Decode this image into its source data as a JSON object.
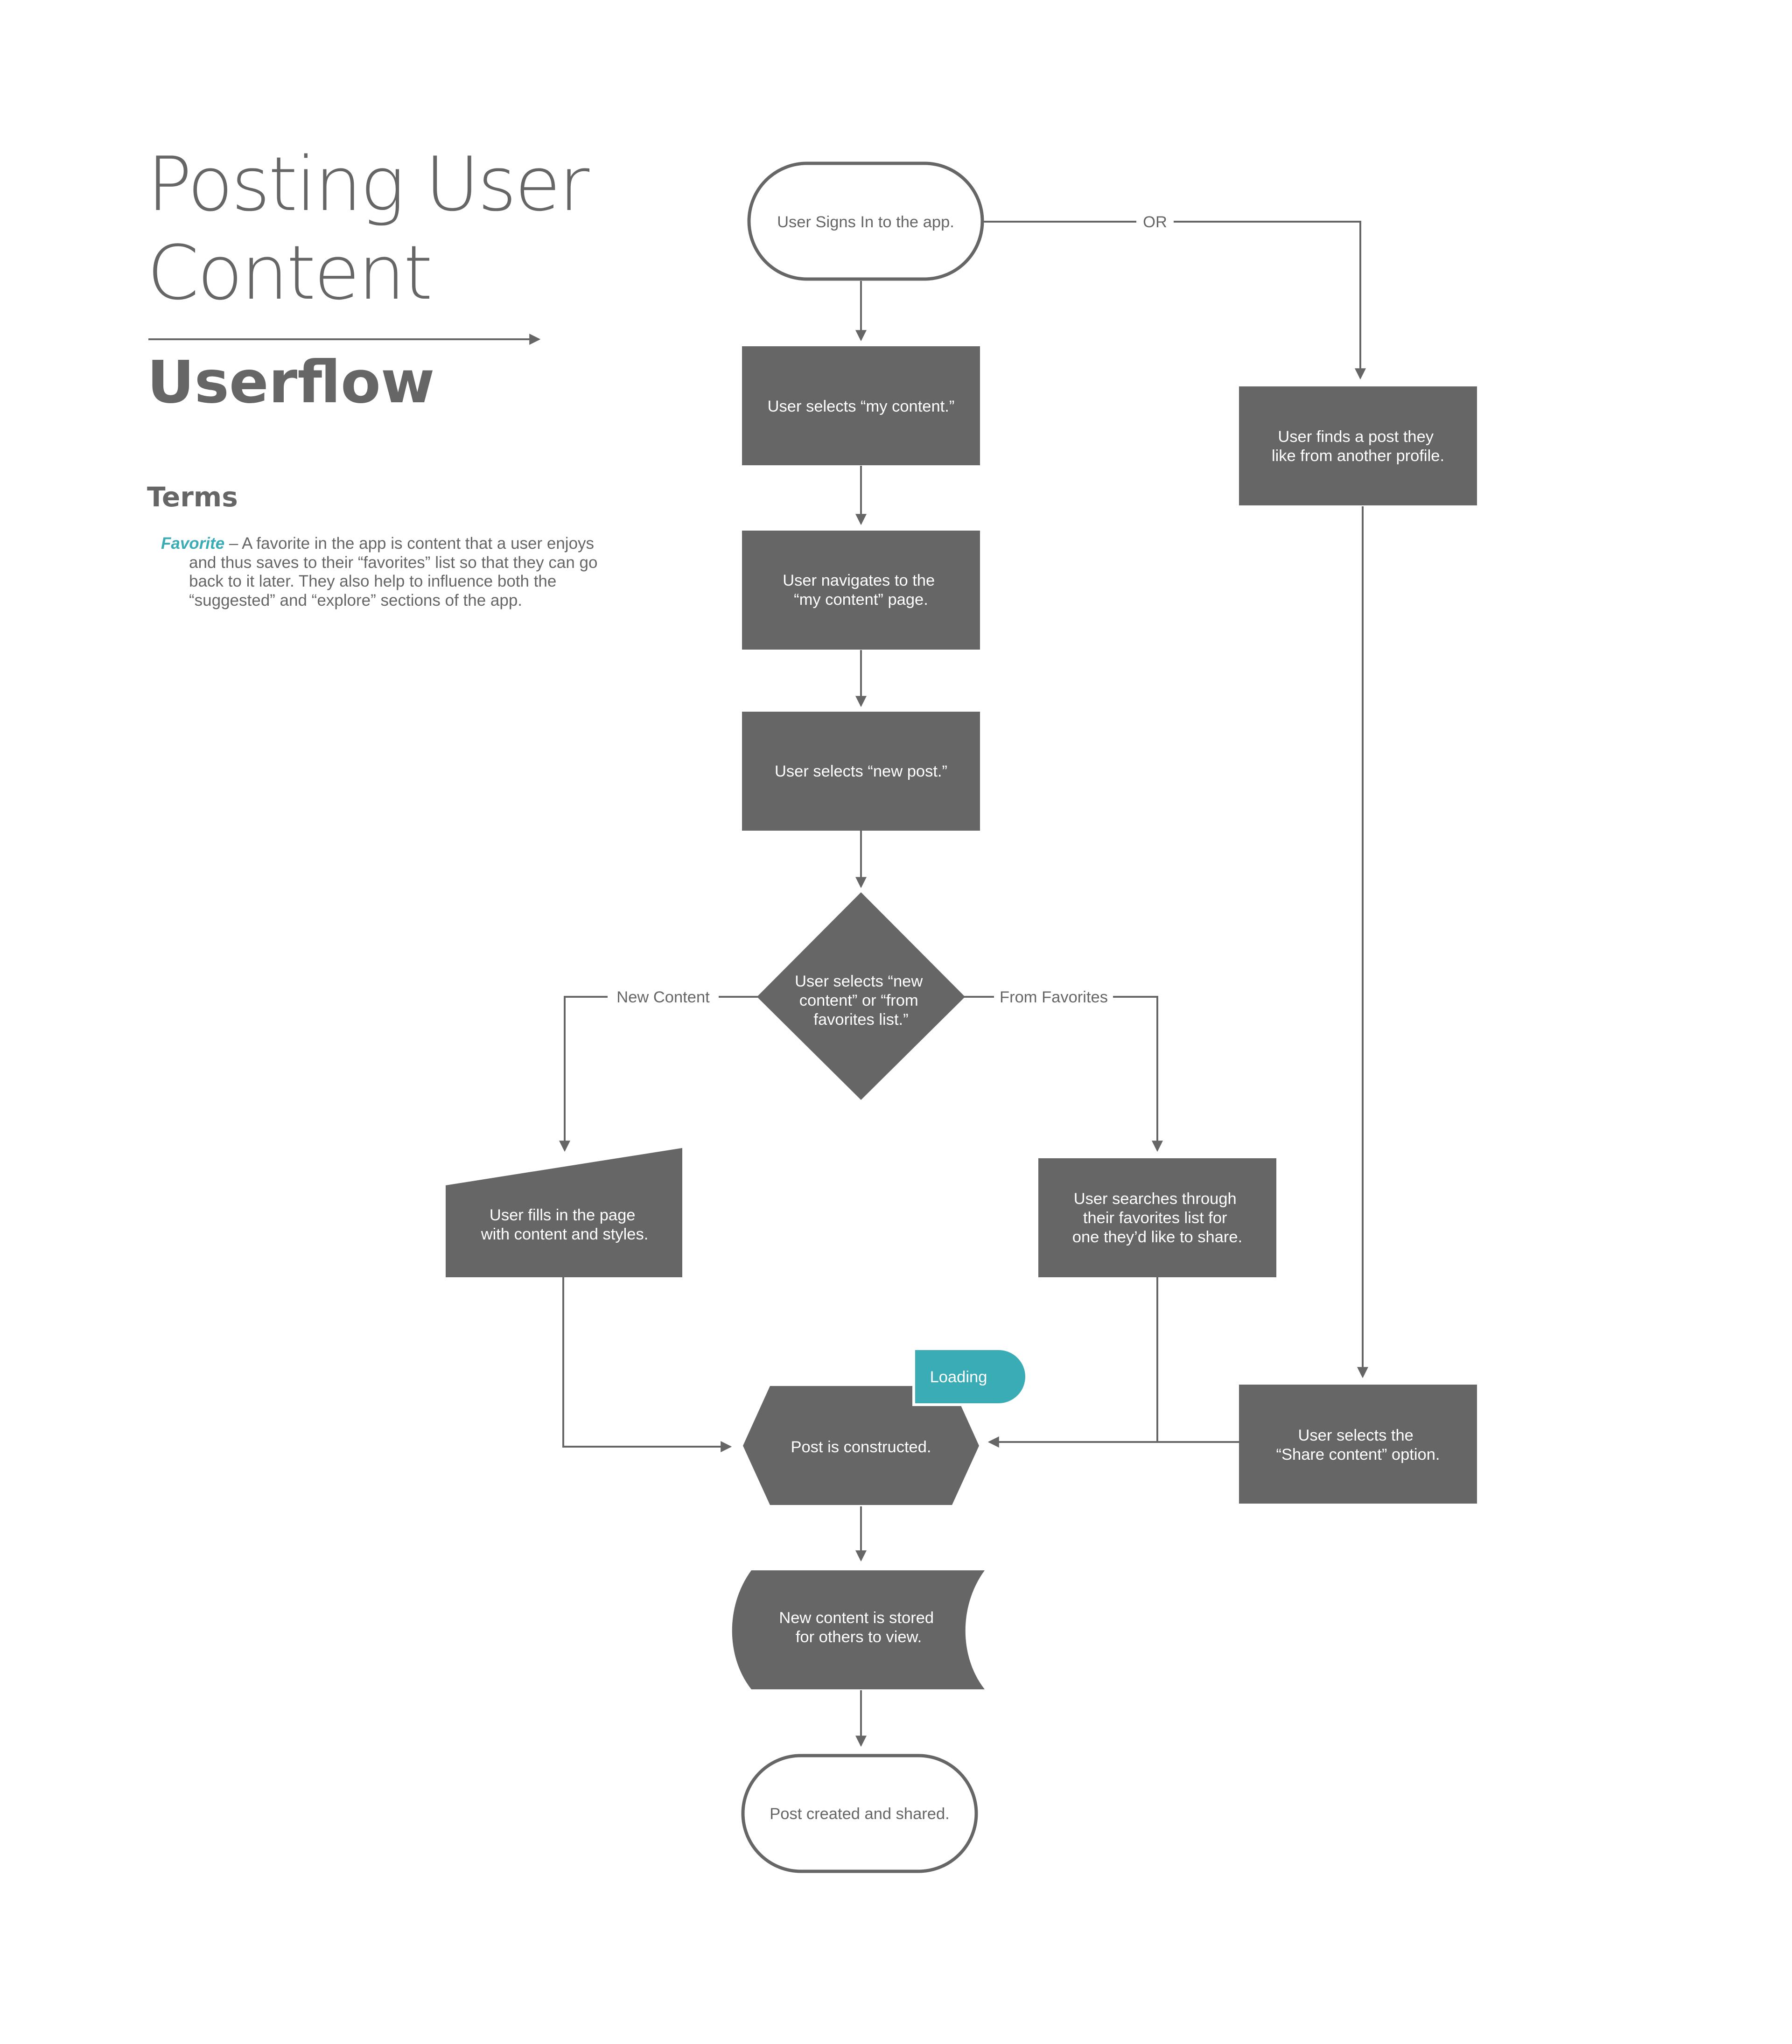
{
  "header": {
    "title_line1": "Posting User",
    "title_line2": "Content",
    "subtitle": "Userflow"
  },
  "terms": {
    "heading": "Terms",
    "term": "Favorite",
    "definition": " – A favorite in the app is content that a user enjoys and thus saves to their “favorites” list so that they can go back to it later. They also help to influence both the “suggested” and “explore” sections of the app."
  },
  "colors": {
    "node_fill": "#666666",
    "accent": "#3aacb6",
    "text_gray": "#666666",
    "background": "#ffffff"
  },
  "nodes": {
    "sign_in": [
      "User Signs In to the app."
    ],
    "my_content": [
      "User selects “my content.”"
    ],
    "navigate": [
      "User navigates to the",
      "“my content” page."
    ],
    "new_post": [
      "User selects “new post.”"
    ],
    "decision": [
      "User selects “new",
      "content” or “from",
      "favorites list.”"
    ],
    "fills_page": [
      "User fills in the page",
      "with content and styles."
    ],
    "search_favorites": [
      "User searches through",
      "their favorites list for",
      "one they’d like to share."
    ],
    "finds_post": [
      "User finds a post they",
      "like from another profile."
    ],
    "share_option": [
      "User selects the",
      "“Share content” option."
    ],
    "constructed": [
      "Post is constructed."
    ],
    "loading": [
      "Loading"
    ],
    "stored": [
      "New content is stored",
      "for others to view."
    ],
    "end": [
      "Post created and shared."
    ]
  },
  "edge_labels": {
    "or": "OR",
    "new_content": "New Content",
    "from_favorites": "From Favorites"
  }
}
